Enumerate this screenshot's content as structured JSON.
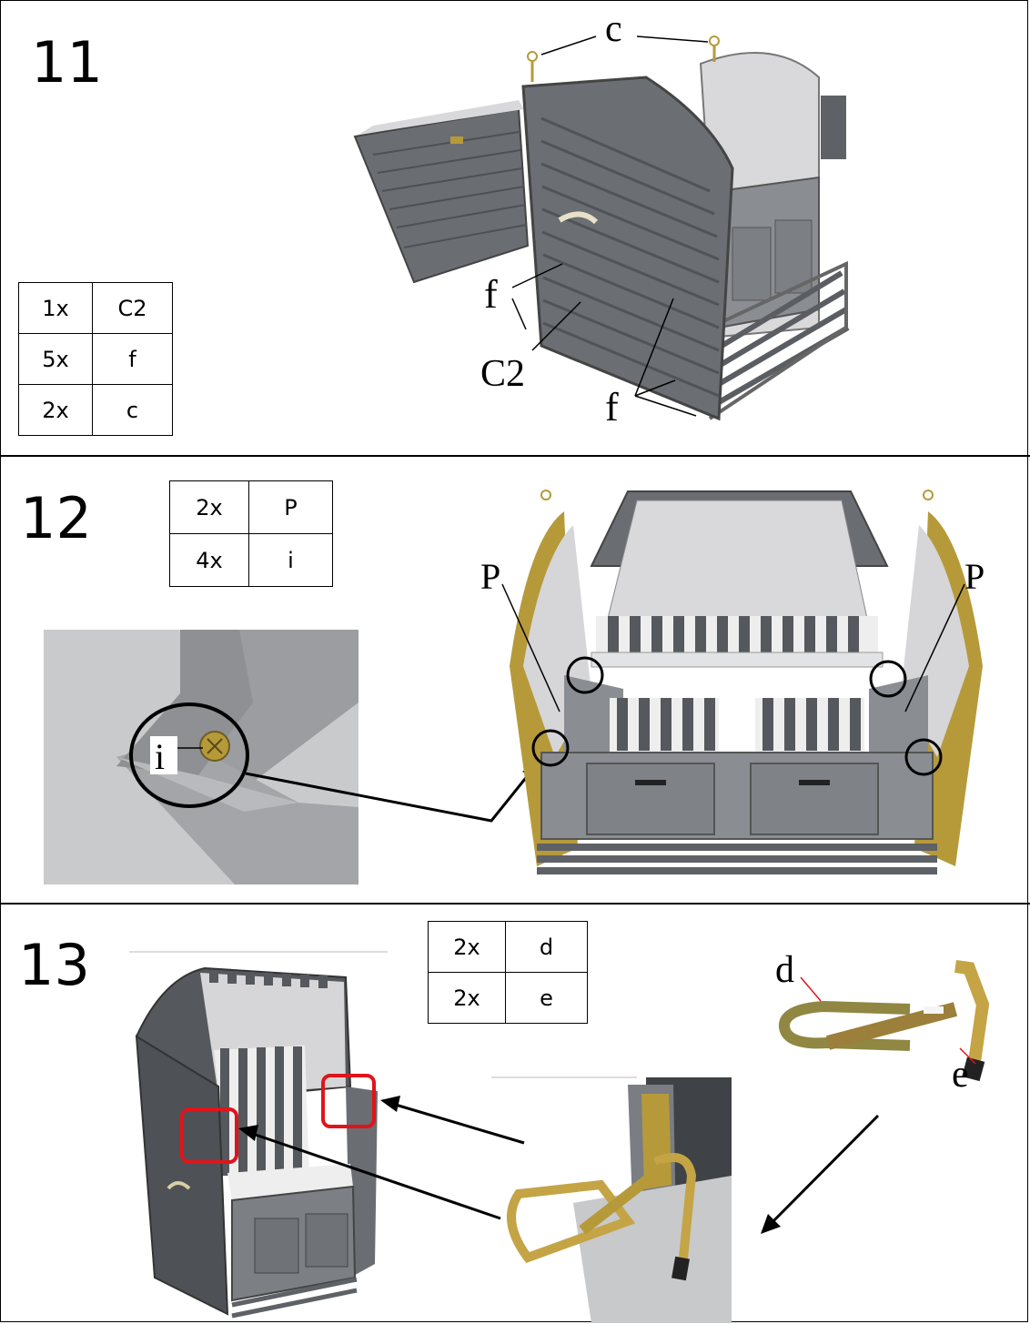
{
  "steps": [
    {
      "number": "11",
      "parts": [
        {
          "qty": "1x",
          "code": "C2"
        },
        {
          "qty": "5x",
          "code": "f"
        },
        {
          "qty": "2x",
          "code": "c"
        }
      ],
      "callouts": {
        "c": "c",
        "f_left": "f",
        "c2": "C2",
        "f_right": "f"
      }
    },
    {
      "number": "12",
      "parts": [
        {
          "qty": "2x",
          "code": "P"
        },
        {
          "qty": "4x",
          "code": "i"
        }
      ],
      "callouts": {
        "p_left": "P",
        "p_right": "P",
        "i": "i"
      }
    },
    {
      "number": "13",
      "parts": [
        {
          "qty": "2x",
          "code": "d"
        },
        {
          "qty": "2x",
          "code": "e"
        }
      ],
      "callouts": {
        "d": "d",
        "e": "e"
      }
    }
  ],
  "colors": {
    "wicker": "#5e6166",
    "frame_grey": "#8a8d92",
    "cushion": "#d9d9db",
    "stripe_dark": "#55585c",
    "brass": "#b69a3a",
    "highlight_red": "#e0141b"
  }
}
